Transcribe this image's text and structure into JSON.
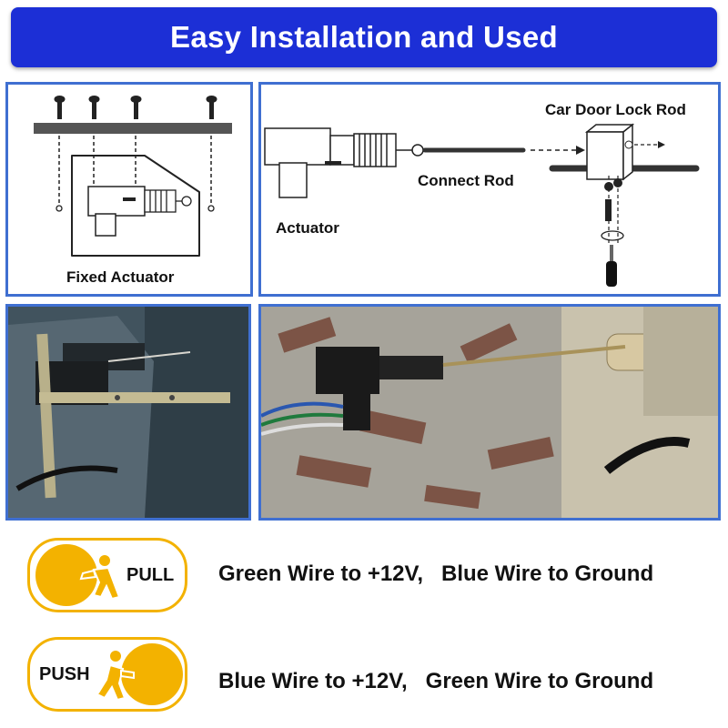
{
  "title": "Easy Installation and Used",
  "diagram_left": {
    "caption": "Fixed Actuator"
  },
  "diagram_right": {
    "actuator_label": "Actuator",
    "connect_rod_label": "Connect Rod",
    "lock_rod_label": "Car Door Lock Rod"
  },
  "pull": {
    "label": "PULL",
    "instruction": "Green Wire to +12V,   Blue Wire to Ground"
  },
  "push": {
    "label": "PUSH",
    "instruction": "Blue Wire to +12V,   Green Wire to Ground"
  },
  "colors": {
    "banner": "#1c2fd6",
    "frame": "#3f6fd1",
    "accent": "#f3b200"
  }
}
